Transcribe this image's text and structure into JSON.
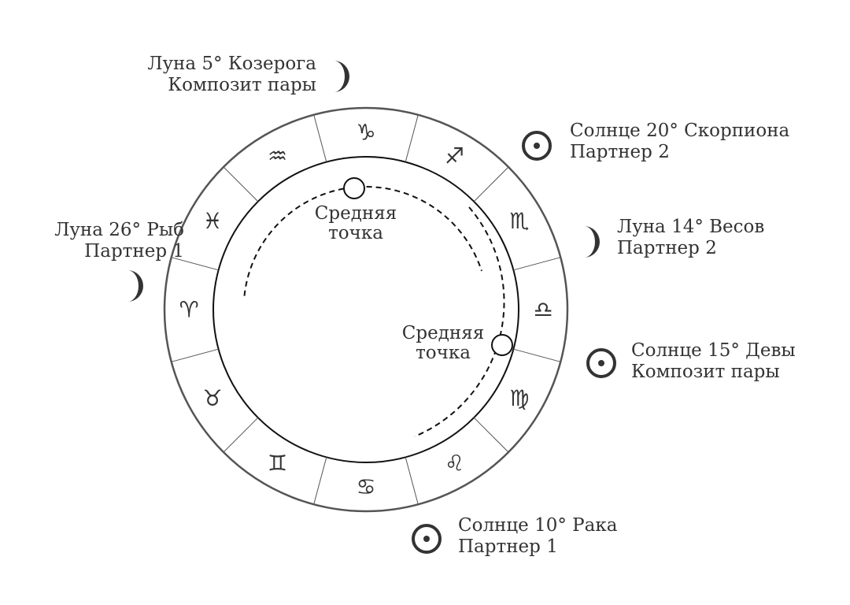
{
  "wheel": {
    "signs": [
      {
        "name": "aries",
        "glyph": "♈",
        "angle": 180
      },
      {
        "name": "taurus",
        "glyph": "♉",
        "angle": 210
      },
      {
        "name": "gemini",
        "glyph": "♊",
        "angle": 240
      },
      {
        "name": "cancer",
        "glyph": "♋",
        "angle": 270
      },
      {
        "name": "leo",
        "glyph": "♌",
        "angle": 300
      },
      {
        "name": "virgo",
        "glyph": "♍",
        "angle": 330
      },
      {
        "name": "libra",
        "glyph": "♎",
        "angle": 0
      },
      {
        "name": "scorpio",
        "glyph": "♏",
        "angle": 30
      },
      {
        "name": "sagittarius",
        "glyph": "♐",
        "angle": 60
      },
      {
        "name": "capricorn",
        "glyph": "♑",
        "angle": 90
      },
      {
        "name": "aquarius",
        "glyph": "♒",
        "angle": 120
      },
      {
        "name": "pisces",
        "glyph": "♓",
        "angle": 150
      }
    ],
    "midpoints": [
      {
        "name": "midpoint-moons",
        "label_line1": "Средняя",
        "label_line2": "точка"
      },
      {
        "name": "midpoint-suns",
        "label_line1": "Средняя",
        "label_line2": "точка"
      }
    ]
  },
  "planets": [
    {
      "name": "moon-composite",
      "symbol": "moon-icon",
      "line1": "Луна 5° Козерога",
      "line2": "Композит пары"
    },
    {
      "name": "sun-partner2",
      "symbol": "sun-icon",
      "line1": "Солнце 20° Скорпиона",
      "line2": "Партнер 2"
    },
    {
      "name": "moon-partner1",
      "symbol": "moon-icon",
      "line1": "Луна 26° Рыб",
      "line2": "Партнер 1"
    },
    {
      "name": "moon-partner2",
      "symbol": "moon-icon",
      "line1": "Луна 14° Весов",
      "line2": "Партнер 2"
    },
    {
      "name": "sun-composite",
      "symbol": "sun-icon",
      "line1": "Солнце 15° Девы",
      "line2": "Композит пары"
    },
    {
      "name": "sun-partner1",
      "symbol": "sun-icon",
      "line1": "Солнце 10° Рака",
      "line2": "Партнер 1"
    }
  ],
  "colors": {
    "ink": "#333333",
    "ring_stroke": "#555555",
    "inner_stroke": "#111111"
  }
}
